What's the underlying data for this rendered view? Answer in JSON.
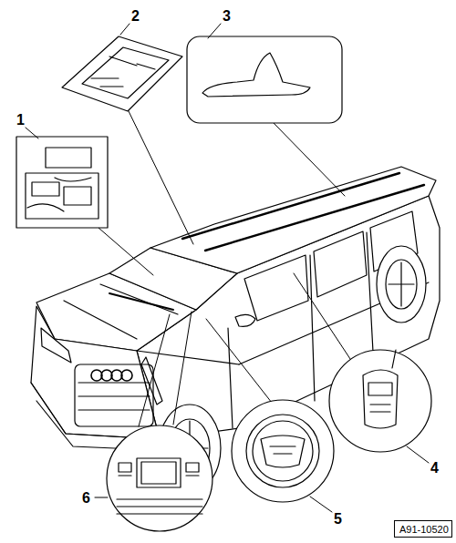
{
  "diagram": {
    "nodes": [
      {
        "text": [
          "A91-10520"
        ]
      }
    ],
    "labels": [
      "1",
      "2",
      "3",
      "4",
      "5",
      "6"
    ]
  }
}
